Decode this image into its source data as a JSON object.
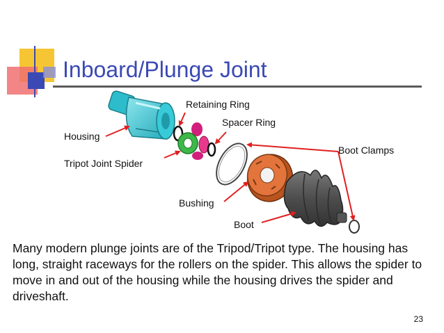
{
  "slide": {
    "title": "Inboard/Plunge Joint",
    "page_number": "23",
    "body": "Many modern plunge joints are of the Tripod/Tripot type. The housing has long, straight raceways for the rollers on the spider. This allows the spider to move in and out of the housing while the housing drives the spider and driveshaft."
  },
  "labels": {
    "retaining_ring": "Retaining Ring",
    "spacer_ring": "Spacer Ring",
    "housing": "Housing",
    "tripot_joint_spider": "Tripot Joint Spider",
    "boot_clamps": "Boot Clamps",
    "bushing": "Bushing",
    "boot": "Boot"
  },
  "colors": {
    "title": "#3a49b4",
    "arrow": "#e02020",
    "housing": "#35c9d6",
    "spider": "#3fb84a",
    "spider_rollers": "#d11f7b",
    "bushing": "#e2743c",
    "boot": "#5a5a5a"
  }
}
